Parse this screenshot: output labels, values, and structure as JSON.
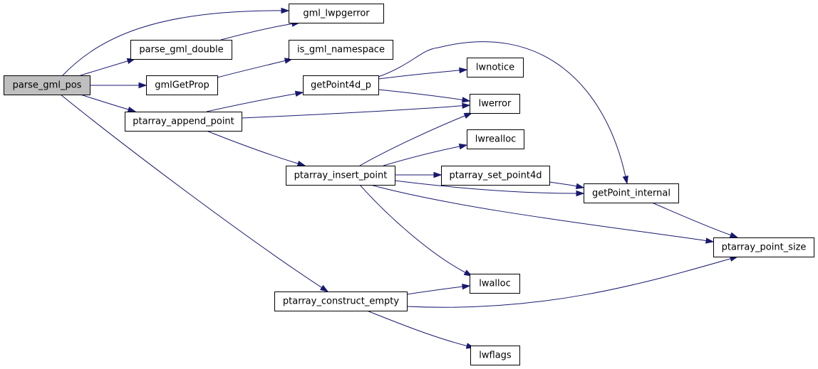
{
  "colors": {
    "edge": "#191970",
    "node_fill": "#ffffff",
    "root_fill": "#bfbfbf",
    "node_border": "#000000"
  },
  "nodes": [
    {
      "id": "parse_gml_pos",
      "label": "parse_gml_pos",
      "root": true
    },
    {
      "id": "gml_lwpgerror",
      "label": "gml_lwpgerror"
    },
    {
      "id": "parse_gml_double",
      "label": "parse_gml_double"
    },
    {
      "id": "gmlGetProp",
      "label": "gmlGetProp"
    },
    {
      "id": "ptarray_append_point",
      "label": "ptarray_append_point"
    },
    {
      "id": "ptarray_construct_empty",
      "label": "ptarray_construct_empty"
    },
    {
      "id": "is_gml_namespace",
      "label": "is_gml_namespace"
    },
    {
      "id": "getPoint4d_p",
      "label": "getPoint4d_p"
    },
    {
      "id": "ptarray_insert_point",
      "label": "ptarray_insert_point"
    },
    {
      "id": "lwnotice",
      "label": "lwnotice"
    },
    {
      "id": "lwerror",
      "label": "lwerror"
    },
    {
      "id": "lwrealloc",
      "label": "lwrealloc"
    },
    {
      "id": "ptarray_set_point4d",
      "label": "ptarray_set_point4d"
    },
    {
      "id": "getPoint_internal",
      "label": "getPoint_internal"
    },
    {
      "id": "ptarray_point_size",
      "label": "ptarray_point_size"
    },
    {
      "id": "lwalloc",
      "label": "lwalloc"
    },
    {
      "id": "lwflags",
      "label": "lwflags"
    }
  ],
  "edges": [
    {
      "from": "parse_gml_pos",
      "to": "gml_lwpgerror"
    },
    {
      "from": "parse_gml_pos",
      "to": "parse_gml_double"
    },
    {
      "from": "parse_gml_pos",
      "to": "gmlGetProp"
    },
    {
      "from": "parse_gml_pos",
      "to": "ptarray_append_point"
    },
    {
      "from": "parse_gml_pos",
      "to": "ptarray_construct_empty"
    },
    {
      "from": "parse_gml_double",
      "to": "gml_lwpgerror"
    },
    {
      "from": "gmlGetProp",
      "to": "is_gml_namespace"
    },
    {
      "from": "ptarray_append_point",
      "to": "getPoint4d_p"
    },
    {
      "from": "ptarray_append_point",
      "to": "lwerror"
    },
    {
      "from": "ptarray_append_point",
      "to": "ptarray_insert_point"
    },
    {
      "from": "getPoint4d_p",
      "to": "lwnotice"
    },
    {
      "from": "getPoint4d_p",
      "to": "lwerror"
    },
    {
      "from": "getPoint4d_p",
      "to": "getPoint_internal"
    },
    {
      "from": "ptarray_insert_point",
      "to": "lwerror"
    },
    {
      "from": "ptarray_insert_point",
      "to": "lwrealloc"
    },
    {
      "from": "ptarray_insert_point",
      "to": "ptarray_set_point4d"
    },
    {
      "from": "ptarray_insert_point",
      "to": "getPoint_internal"
    },
    {
      "from": "ptarray_insert_point",
      "to": "ptarray_point_size"
    },
    {
      "from": "ptarray_insert_point",
      "to": "lwalloc"
    },
    {
      "from": "ptarray_set_point4d",
      "to": "getPoint_internal"
    },
    {
      "from": "getPoint_internal",
      "to": "ptarray_point_size"
    },
    {
      "from": "ptarray_construct_empty",
      "to": "lwalloc"
    },
    {
      "from": "ptarray_construct_empty",
      "to": "ptarray_point_size"
    },
    {
      "from": "ptarray_construct_empty",
      "to": "lwflags"
    }
  ]
}
